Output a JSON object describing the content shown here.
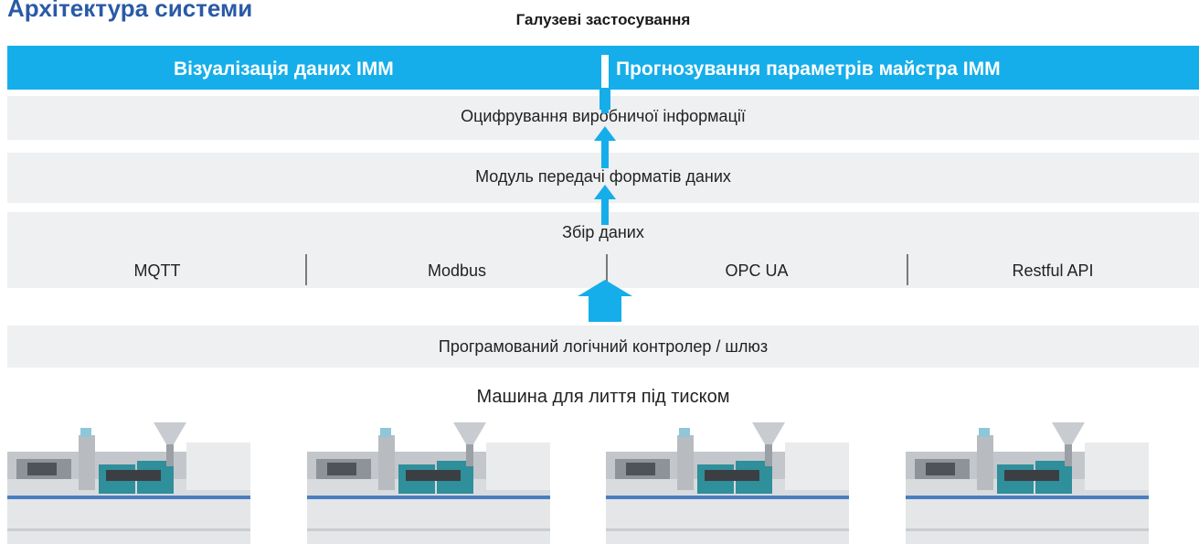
{
  "title": "Архітектура системи",
  "subtitle": "Галузеві застосування",
  "applications": [
    {
      "label": "Візуалізація даних IMM"
    },
    {
      "label": "Прогнозування параметрів майстра IMM"
    }
  ],
  "layers": {
    "digitization": "Оцифрування виробничої інформації",
    "format_module": "Модуль передачі форматів даних",
    "collection": "Збір даних",
    "plc": "Програмований логічний контролер / шлюз"
  },
  "protocols": [
    "MQTT",
    "Modbus",
    "OPC UA",
    "Restful API"
  ],
  "machine_label": "Машина для лиття під тиском",
  "colors": {
    "title": "#2a5aa6",
    "application_band": "#15aeea",
    "layer_band": "#eef0f1",
    "arrow": "#15aeea"
  },
  "icons": [
    "up-arrow-icon",
    "injection-molding-machine-image"
  ]
}
